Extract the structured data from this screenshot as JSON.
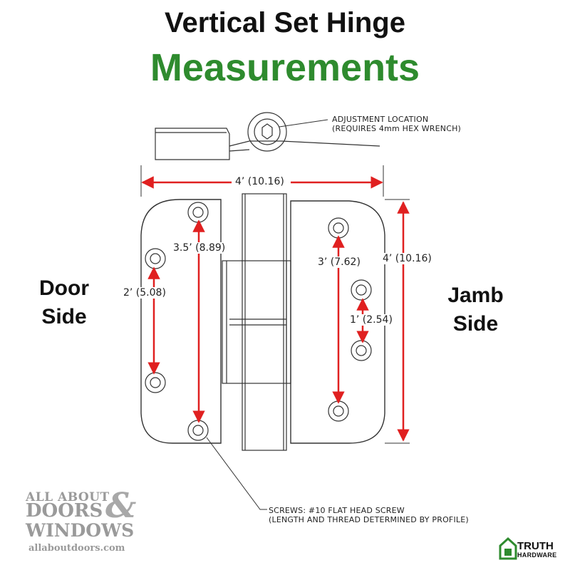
{
  "title": {
    "line1": "Vertical Set Hinge",
    "line2": "Measurements",
    "line2_color": "#2e8b2e"
  },
  "sides": {
    "door_line1": "Door",
    "door_line2": "Side",
    "jamb_line1": "Jamb",
    "jamb_line2": "Side"
  },
  "dimensions": {
    "overall_width": "4’ (10.16)",
    "overall_height": "4’ (10.16)",
    "door_outer": "3.5’ (8.89)",
    "door_inner": "2’ (5.08)",
    "jamb_outer": "3’ (7.62)",
    "jamb_inner": "1’ (2.54)"
  },
  "callouts": {
    "adjustment_line1": "ADJUSTMENT LOCATION",
    "adjustment_line2": "(REQUIRES 4mm HEX WRENCH)",
    "screws_line1": "SCREWS: #10 FLAT HEAD SCREW",
    "screws_line2": "(LENGTH AND THREAD DETERMINED BY PROFILE)"
  },
  "logos": {
    "dealer_line1": "ALL ABOUT",
    "dealer_line2": "DOORS",
    "dealer_amp": "&",
    "dealer_line3": "WINDOWS",
    "dealer_url": "allaboutdoors.com",
    "maker_line1": "TRUTH",
    "maker_line2": "HARDWARE"
  },
  "colors": {
    "arrow": "#e02020",
    "drawing_line": "#333333",
    "brand_gray": "#9a9a9a",
    "maker_green": "#2e8b2e"
  }
}
